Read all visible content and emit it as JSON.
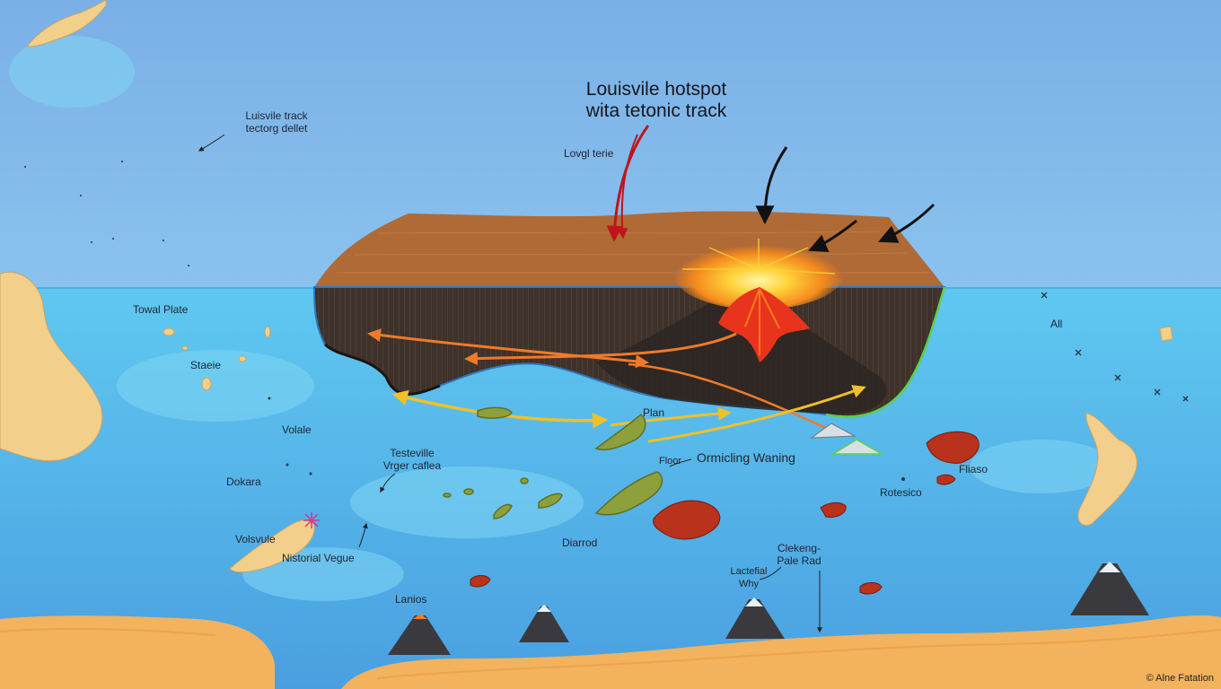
{
  "title": "Louisvile hotspot\nwita tetonic track",
  "labels": {
    "track_note": "Luisvile track\ntectorg dellet",
    "longitude": "Lovgl terie",
    "towal_plate": "Towal Plate",
    "stacie": "Staeie",
    "volale": "Volale",
    "testeville": "Testeville\nVrger caflea",
    "dokara": "Dokara",
    "volsvule": "Volsvule",
    "nistorial": "Nistorial Vegue",
    "lanios": "Lanios",
    "diarrod": "Diarrod",
    "plan": "Plan",
    "floor": "Floor",
    "ormicling": "Ormicling Waning",
    "fliaso": "Fliaso",
    "rotesico": "Rotesico",
    "all": "All",
    "clekeng": "Clekeng-\nPale Rad",
    "lactefial": "Lactefial\nWhy"
  },
  "credit": "© Alne Fatation",
  "colors": {
    "ocean": "#7fb4e6",
    "shallow": "#5ec8ee",
    "crust_top": "#b06a35",
    "rock": "#3a2e27",
    "magma": "#e8341c",
    "glow": "#ffd23a",
    "land": "#f3cf8c",
    "seafloor": "#f2b25e",
    "arrow_orange": "#f07a2a",
    "arrow_yellow": "#f0c02a",
    "arrow_red": "#c0141c",
    "arrow_black": "#111111",
    "seamount_green": "#8ea03c"
  }
}
